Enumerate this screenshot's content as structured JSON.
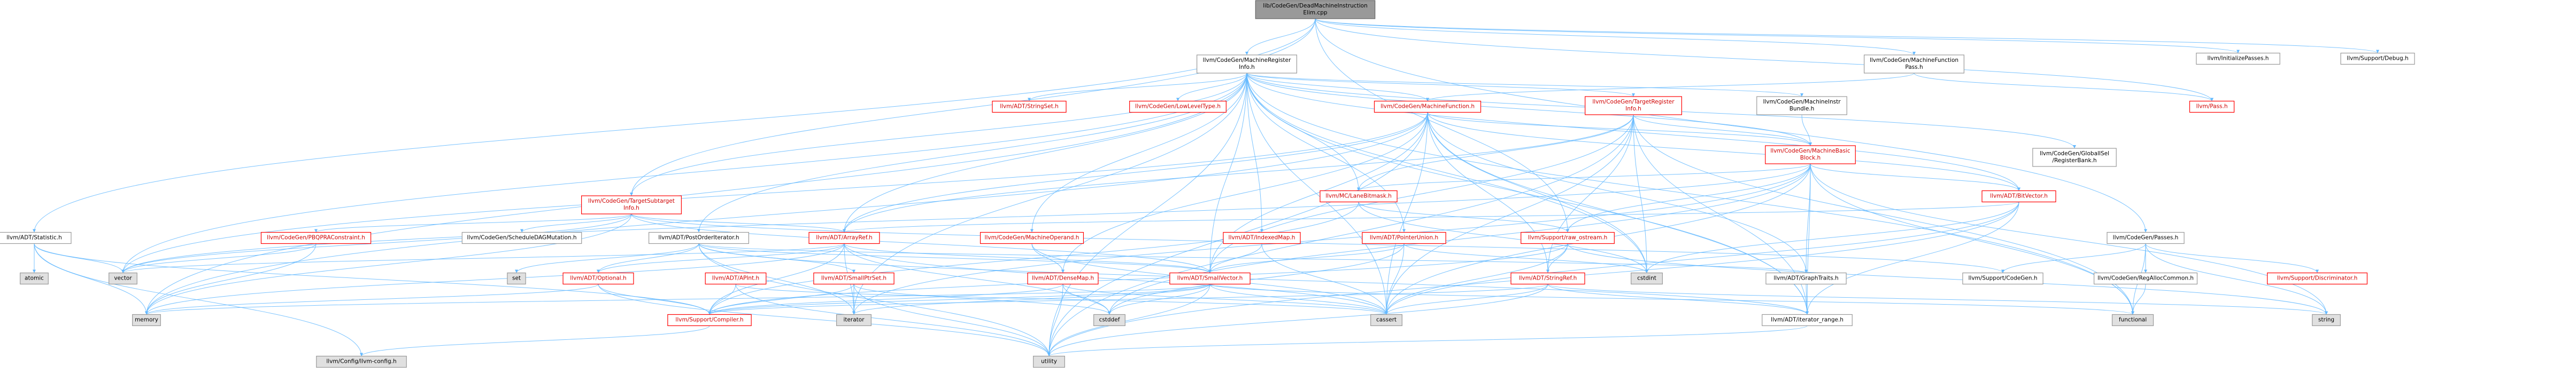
{
  "diagram": {
    "title": "",
    "colors": {
      "background": "#ffffff",
      "node_fill": "#ffffff",
      "node_border": "#999999",
      "root_fill": "#999999",
      "system_fill": "#e0e0e0",
      "red_border": "#ff0000",
      "red_text": "#d00000",
      "edge": "#63b8ff"
    },
    "nodes": [
      {
        "id": "root",
        "label": "lib/CodeGen/DeadMachineInstruction\nElim.cpp",
        "style": "root"
      },
      {
        "id": "mri",
        "label": "llvm/CodeGen/MachineRegister\nInfo.h",
        "style": "normal"
      },
      {
        "id": "mfp",
        "label": "llvm/CodeGen/MachineFunction\nPass.h",
        "style": "normal"
      },
      {
        "id": "initp",
        "label": "llvm/InitializePasses.h",
        "style": "normal"
      },
      {
        "id": "debug",
        "label": "llvm/Support/Debug.h",
        "style": "normal"
      },
      {
        "id": "statistic",
        "label": "llvm/ADT/Statistic.h",
        "style": "normal"
      },
      {
        "id": "stringset",
        "label": "llvm/ADT/StringSet.h",
        "style": "red"
      },
      {
        "id": "lowlevel",
        "label": "llvm/CodeGen/LowLevelType.h",
        "style": "red"
      },
      {
        "id": "mf",
        "label": "llvm/CodeGen/MachineFunction.h",
        "style": "red"
      },
      {
        "id": "tri",
        "label": "llvm/CodeGen/TargetRegister\nInfo.h",
        "style": "red"
      },
      {
        "id": "mib",
        "label": "llvm/CodeGen/MachineInstr\nBundle.h",
        "style": "normal"
      },
      {
        "id": "pass",
        "label": "llvm/Pass.h",
        "style": "red"
      },
      {
        "id": "globalisel",
        "label": "llvm/CodeGen/GlobalISel\n/RegisterBank.h",
        "style": "normal"
      },
      {
        "id": "mbb",
        "label": "llvm/CodeGen/MachineBasic\nBlock.h",
        "style": "red"
      },
      {
        "id": "bitvector",
        "label": "llvm/ADT/BitVector.h",
        "style": "red"
      },
      {
        "id": "tsi",
        "label": "llvm/CodeGen/TargetSubtarget\nInfo.h",
        "style": "red"
      },
      {
        "id": "lanebitmask",
        "label": "llvm/MC/LaneBitmask.h",
        "style": "red"
      },
      {
        "id": "cgpasses",
        "label": "llvm/CodeGen/Passes.h",
        "style": "normal"
      },
      {
        "id": "pbqp",
        "label": "llvm/CodeGen/PBQPRAConstraint.h",
        "style": "red"
      },
      {
        "id": "sdag",
        "label": "llvm/CodeGen/ScheduleDAGMutation.h",
        "style": "normal"
      },
      {
        "id": "postorder",
        "label": "llvm/ADT/PostOrderIterator.h",
        "style": "normal"
      },
      {
        "id": "arrayref",
        "label": "llvm/ADT/ArrayRef.h",
        "style": "red"
      },
      {
        "id": "mo",
        "label": "llvm/CodeGen/MachineOperand.h",
        "style": "red"
      },
      {
        "id": "indexedmap",
        "label": "llvm/ADT/IndexedMap.h",
        "style": "red"
      },
      {
        "id": "pointerunion",
        "label": "llvm/ADT/PointerUnion.h",
        "style": "red"
      },
      {
        "id": "rawostream",
        "label": "llvm/Support/raw_ostream.h",
        "style": "red"
      },
      {
        "id": "codegenh",
        "label": "llvm/Support/CodeGen.h",
        "style": "normal"
      },
      {
        "id": "regalloc",
        "label": "llvm/CodeGen/RegAllocCommon.h",
        "style": "normal"
      },
      {
        "id": "discriminator",
        "label": "llvm/Support/Discriminator.h",
        "style": "red"
      },
      {
        "id": "atomic",
        "label": "atomic",
        "style": "system"
      },
      {
        "id": "vector",
        "label": "vector",
        "style": "system"
      },
      {
        "id": "set",
        "label": "set",
        "style": "system"
      },
      {
        "id": "optional",
        "label": "llvm/ADT/Optional.h",
        "style": "red"
      },
      {
        "id": "apint",
        "label": "llvm/ADT/APInt.h",
        "style": "red"
      },
      {
        "id": "smallptrset",
        "label": "llvm/ADT/SmallPtrSet.h",
        "style": "red"
      },
      {
        "id": "densemap",
        "label": "llvm/ADT/DenseMap.h",
        "style": "red"
      },
      {
        "id": "smallvector",
        "label": "llvm/ADT/SmallVector.h",
        "style": "red"
      },
      {
        "id": "stringref",
        "label": "llvm/ADT/StringRef.h",
        "style": "red"
      },
      {
        "id": "cstdint",
        "label": "cstdint",
        "style": "system"
      },
      {
        "id": "graphtraits",
        "label": "llvm/ADT/GraphTraits.h",
        "style": "normal"
      },
      {
        "id": "memory",
        "label": "memory",
        "style": "system"
      },
      {
        "id": "compiler",
        "label": "llvm/Support/Compiler.h",
        "style": "red"
      },
      {
        "id": "iterator",
        "label": "iterator",
        "style": "system"
      },
      {
        "id": "cstddef",
        "label": "cstddef",
        "style": "system"
      },
      {
        "id": "cassert",
        "label": "cassert",
        "style": "system"
      },
      {
        "id": "iterrange",
        "label": "llvm/ADT/iterator_range.h",
        "style": "normal"
      },
      {
        "id": "functional",
        "label": "functional",
        "style": "system"
      },
      {
        "id": "string",
        "label": "string",
        "style": "system"
      },
      {
        "id": "llvmconfig",
        "label": "llvm/Config/llvm-config.h",
        "style": "system"
      },
      {
        "id": "utility",
        "label": "utility",
        "style": "system"
      }
    ],
    "edges": [
      [
        "root",
        "mri"
      ],
      [
        "root",
        "mfp"
      ],
      [
        "root",
        "initp"
      ],
      [
        "root",
        "debug"
      ],
      [
        "root",
        "statistic"
      ],
      [
        "root",
        "pass"
      ],
      [
        "root",
        "cgpasses"
      ],
      [
        "root",
        "tsi"
      ],
      [
        "root",
        "rawostream"
      ],
      [
        "mri",
        "stringset"
      ],
      [
        "mri",
        "lowlevel"
      ],
      [
        "mri",
        "mf"
      ],
      [
        "mri",
        "tri"
      ],
      [
        "mri",
        "mib"
      ],
      [
        "mri",
        "globalisel"
      ],
      [
        "mri",
        "mbb"
      ],
      [
        "mri",
        "bitvector"
      ],
      [
        "mri",
        "tsi"
      ],
      [
        "mri",
        "lanebitmask"
      ],
      [
        "mri",
        "postorder"
      ],
      [
        "mri",
        "arrayref"
      ],
      [
        "mri",
        "mo"
      ],
      [
        "mri",
        "indexedmap"
      ],
      [
        "mri",
        "pointerunion"
      ],
      [
        "mri",
        "smallvector"
      ],
      [
        "mri",
        "iterrange"
      ],
      [
        "mri",
        "memory"
      ],
      [
        "mri",
        "vector"
      ],
      [
        "mri",
        "cstdint"
      ],
      [
        "mri",
        "cassert"
      ],
      [
        "mri",
        "iterator"
      ],
      [
        "mri",
        "utility"
      ],
      [
        "mri",
        "functional"
      ],
      [
        "mfp",
        "mf"
      ],
      [
        "mfp",
        "pass"
      ],
      [
        "statistic",
        "atomic"
      ],
      [
        "statistic",
        "memory"
      ],
      [
        "statistic",
        "vector"
      ],
      [
        "statistic",
        "compiler"
      ],
      [
        "statistic",
        "llvmconfig"
      ],
      [
        "mf",
        "mbb"
      ],
      [
        "mf",
        "arrayref"
      ],
      [
        "mf",
        "densemap"
      ],
      [
        "mf",
        "smallvector"
      ],
      [
        "mf",
        "graphtraits"
      ],
      [
        "mf",
        "bitvector"
      ],
      [
        "mf",
        "cassert"
      ],
      [
        "mf",
        "cstdint"
      ],
      [
        "mf",
        "memory"
      ],
      [
        "mf",
        "vector"
      ],
      [
        "mf",
        "utility"
      ],
      [
        "mf",
        "iterrange"
      ],
      [
        "mf",
        "stringref"
      ],
      [
        "tri",
        "mbb"
      ],
      [
        "tri",
        "lanebitmask"
      ],
      [
        "tri",
        "arrayref"
      ],
      [
        "tri",
        "smallvector"
      ],
      [
        "tri",
        "stringref"
      ],
      [
        "tri",
        "iterrange"
      ],
      [
        "tri",
        "cassert"
      ],
      [
        "tri",
        "cstdint"
      ],
      [
        "tri",
        "functional"
      ],
      [
        "tri",
        "utility"
      ],
      [
        "mib",
        "mbb"
      ],
      [
        "mbb",
        "graphtraits"
      ],
      [
        "mbb",
        "bitvector"
      ],
      [
        "mbb",
        "lanebitmask"
      ],
      [
        "mbb",
        "iterrange"
      ],
      [
        "mbb",
        "rawostream"
      ],
      [
        "mbb",
        "cassert"
      ],
      [
        "mbb",
        "cstddef"
      ],
      [
        "mbb",
        "functional"
      ],
      [
        "mbb",
        "iterator"
      ],
      [
        "mbb",
        "string"
      ],
      [
        "mbb",
        "vector"
      ],
      [
        "bitvector",
        "arrayref"
      ],
      [
        "bitvector",
        "iterrange"
      ],
      [
        "bitvector",
        "cassert"
      ],
      [
        "bitvector",
        "cstdint"
      ],
      [
        "bitvector",
        "utility"
      ],
      [
        "tsi",
        "pbqp"
      ],
      [
        "tsi",
        "sdag"
      ],
      [
        "tsi",
        "arrayref"
      ],
      [
        "tsi",
        "smallvector"
      ],
      [
        "tsi",
        "codegenh"
      ],
      [
        "tsi",
        "memory"
      ],
      [
        "tsi",
        "vector"
      ],
      [
        "lanebitmask",
        "rawostream"
      ],
      [
        "lanebitmask",
        "compiler"
      ],
      [
        "lanebitmask",
        "cstdint"
      ],
      [
        "cgpasses",
        "codegenh"
      ],
      [
        "cgpasses",
        "regalloc"
      ],
      [
        "cgpasses",
        "discriminator"
      ],
      [
        "cgpasses",
        "functional"
      ],
      [
        "cgpasses",
        "string"
      ],
      [
        "pbqp",
        "memory"
      ],
      [
        "pbqp",
        "vector"
      ],
      [
        "postorder",
        "graphtraits"
      ],
      [
        "postorder",
        "iterrange"
      ],
      [
        "postorder",
        "optional"
      ],
      [
        "postorder",
        "smallptrset"
      ],
      [
        "postorder",
        "smallvector"
      ],
      [
        "postorder",
        "iterator"
      ],
      [
        "postorder",
        "set"
      ],
      [
        "postorder",
        "utility"
      ],
      [
        "arrayref",
        "smallvector"
      ],
      [
        "arrayref",
        "optional"
      ],
      [
        "arrayref",
        "compiler"
      ],
      [
        "arrayref",
        "cstddef"
      ],
      [
        "arrayref",
        "iterator"
      ],
      [
        "arrayref",
        "memory"
      ],
      [
        "arrayref",
        "vector"
      ],
      [
        "arrayref",
        "cassert"
      ],
      [
        "mo",
        "densemap"
      ],
      [
        "mo",
        "cassert"
      ],
      [
        "indexedmap",
        "smallvector"
      ],
      [
        "indexedmap",
        "cassert"
      ],
      [
        "pointerunion",
        "smallvector"
      ],
      [
        "pointerunion",
        "cassert"
      ],
      [
        "pointerunion",
        "cstddef"
      ],
      [
        "pointerunion",
        "cstdint"
      ],
      [
        "rawostream",
        "stringref"
      ],
      [
        "rawostream",
        "compiler"
      ],
      [
        "rawostream",
        "cassert"
      ],
      [
        "rawostream",
        "string"
      ],
      [
        "regalloc",
        "functional"
      ],
      [
        "optional",
        "compiler"
      ],
      [
        "optional",
        "memory"
      ],
      [
        "optional",
        "utility"
      ],
      [
        "apint",
        "compiler"
      ],
      [
        "apint",
        "cassert"
      ],
      [
        "apint",
        "utility"
      ],
      [
        "smallptrset",
        "compiler"
      ],
      [
        "smallptrset",
        "cstddef"
      ],
      [
        "smallptrset",
        "iterator"
      ],
      [
        "smallptrset",
        "utility"
      ],
      [
        "densemap",
        "compiler"
      ],
      [
        "densemap",
        "cassert"
      ],
      [
        "densemap",
        "cstddef"
      ],
      [
        "densemap",
        "utility"
      ],
      [
        "smallvector",
        "compiler"
      ],
      [
        "smallvector",
        "cassert"
      ],
      [
        "smallvector",
        "cstddef"
      ],
      [
        "smallvector",
        "iterator"
      ],
      [
        "smallvector",
        "memory"
      ],
      [
        "smallvector",
        "utility"
      ],
      [
        "smallvector",
        "functional"
      ],
      [
        "stringref",
        "compiler"
      ],
      [
        "stringref",
        "iterrange"
      ],
      [
        "stringref",
        "cassert"
      ],
      [
        "stringref",
        "string"
      ],
      [
        "stringref",
        "utility"
      ],
      [
        "graphtraits",
        "iterrange"
      ],
      [
        "iterrange",
        "utility"
      ],
      [
        "compiler",
        "llvmconfig"
      ]
    ]
  }
}
